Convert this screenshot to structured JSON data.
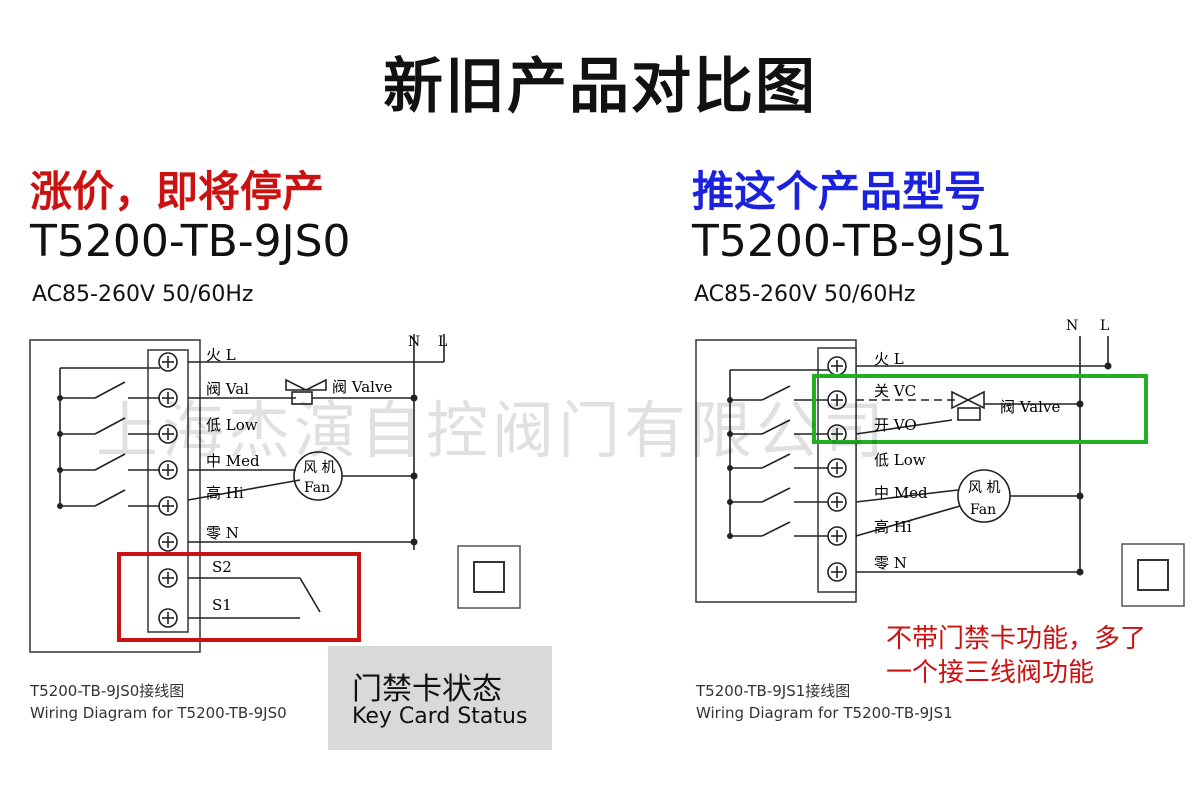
{
  "page_title": "新旧产品对比图",
  "watermark": "上海杰演自控阀门有限公司",
  "left": {
    "status": "涨价，即将停产",
    "model": "T5200-TB-9JS0",
    "spec": "AC85-260V 50/60Hz",
    "supply": [
      "N",
      "L"
    ],
    "terminals": [
      "火 L",
      "阀 Val",
      "低 Low",
      "中 Med",
      "高 Hi",
      "零 N",
      "S2",
      "S1"
    ],
    "valve_label": "阀 Valve",
    "fan_label": [
      "风 机",
      "Fan"
    ],
    "caption": [
      "T5200-TB-9JS0接线图",
      "Wiring Diagram for T5200-TB-9JS0"
    ],
    "callout": {
      "zh": "门禁卡状态",
      "en": "Key Card Status"
    }
  },
  "right": {
    "status": "推这个产品型号",
    "model": "T5200-TB-9JS1",
    "spec": "AC85-260V 50/60Hz",
    "supply": [
      "N",
      "L"
    ],
    "terminals": [
      "火 L",
      "关 VC",
      "开 VO",
      "低 Low",
      "中 Med",
      "高 Hi",
      "零 N"
    ],
    "valve_label": "阀 Valve",
    "fan_label": [
      "风 机",
      "Fan"
    ],
    "caption": [
      "T5200-TB-9JS1接线图",
      "Wiring Diagram for T5200-TB-9JS1"
    ],
    "note": [
      "不带门禁卡功能，多了",
      "一个接三线阀功能"
    ]
  },
  "colors": {
    "highlight_red": "#cc1111",
    "highlight_green": "#22b022",
    "status_blue": "#1a22dd"
  }
}
